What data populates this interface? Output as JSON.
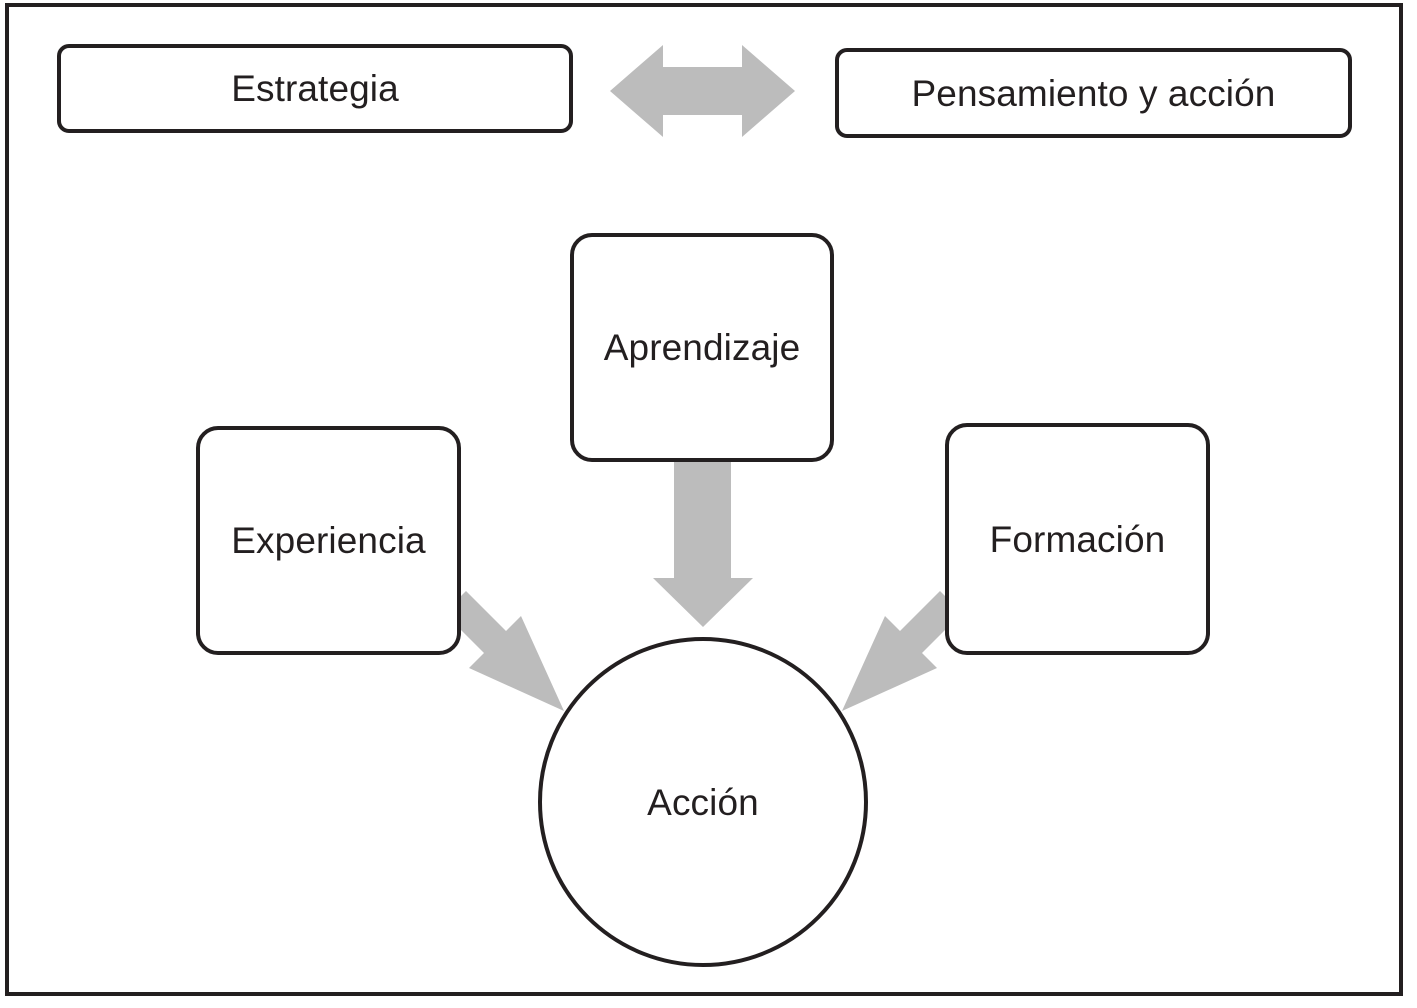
{
  "diagram": {
    "title": "Estrategia / Pensamiento y accion - Accion diagram",
    "frame": {
      "border_color": "#231f20"
    },
    "palette": {
      "arrow_gray": "#bcbcbc",
      "stroke_black": "#231f20",
      "background_white": "#ffffff"
    },
    "nodes": [
      {
        "id": "estrategia",
        "label": "Estrategia",
        "shape": "rounded-rect"
      },
      {
        "id": "pensamiento",
        "label": "Pensamiento y acción",
        "shape": "rounded-rect"
      },
      {
        "id": "aprendizaje",
        "label": "Aprendizaje",
        "shape": "rounded-rect"
      },
      {
        "id": "experiencia",
        "label": "Experiencia",
        "shape": "rounded-rect"
      },
      {
        "id": "formacion",
        "label": "Formación",
        "shape": "rounded-rect"
      },
      {
        "id": "accion",
        "label": "Acción",
        "shape": "circle"
      }
    ],
    "arrows": [
      {
        "id": "estrategia-pensamiento",
        "icon": "double-arrow-horizontal-icon",
        "from": "estrategia",
        "to": "pensamiento",
        "direction": "bidirectional",
        "color": "#bcbcbc"
      },
      {
        "id": "aprendizaje-accion",
        "icon": "arrow-down-icon",
        "from": "aprendizaje",
        "to": "accion",
        "direction": "down",
        "color": "#bcbcbc"
      },
      {
        "id": "experiencia-accion",
        "icon": "arrow-down-right-icon",
        "from": "experiencia",
        "to": "accion",
        "direction": "down-right",
        "color": "#bcbcbc"
      },
      {
        "id": "formacion-accion",
        "icon": "arrow-down-left-icon",
        "from": "formacion",
        "to": "accion",
        "direction": "down-left",
        "color": "#bcbcbc"
      }
    ]
  }
}
